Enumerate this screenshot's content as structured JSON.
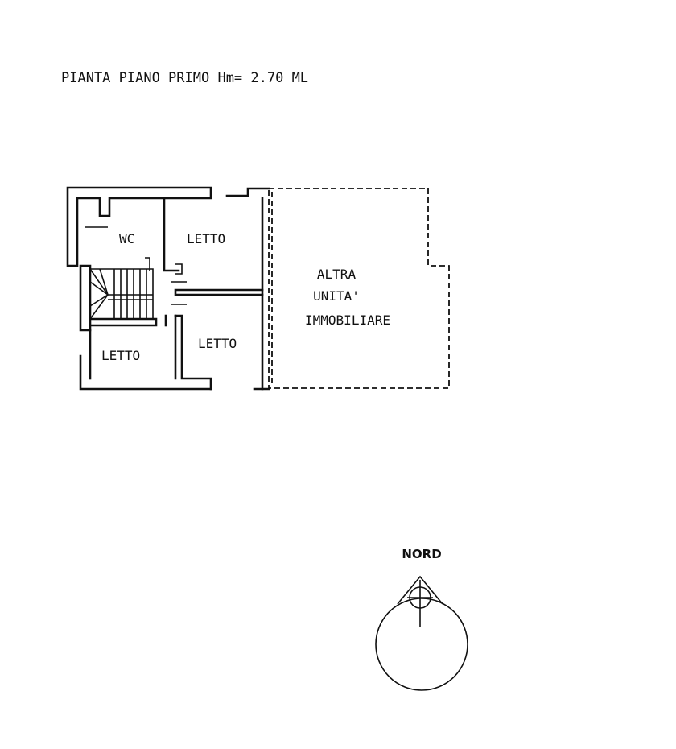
{
  "title": "PIANTA PIANO PRIMO Hm= 2.70 ML",
  "rooms": {
    "wc": "WC",
    "letto_top": "LETTO",
    "letto_mid": "LETTO",
    "letto_bottom_left": "LETTO"
  },
  "other_unit": {
    "line1": "ALTRA",
    "line2": "UNITA'",
    "line3": "IMMOBILIARE"
  },
  "compass": {
    "label": "NORD"
  }
}
